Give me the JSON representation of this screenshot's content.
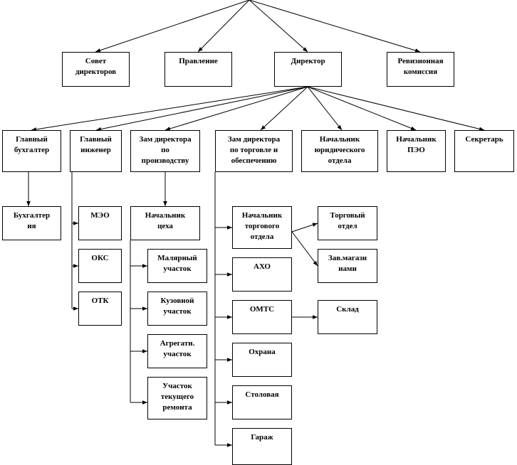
{
  "nodes": {
    "board": "Совет\nдиректоров",
    "management": "Правление",
    "director": "Директор",
    "audit": "Ревизионная\nкомиссия",
    "chief_accountant": "Главный\nбухгалтер",
    "chief_engineer": "Главный\nинженер",
    "deputy_production": "Зам директора\nпо\nпроизводству",
    "deputy_trade": "Зам директора\nпо торговле и\nобеспечению",
    "head_legal": "Начальник\nюридического\nотдела",
    "head_peo": "Начальник\nПЭО",
    "secretary": "Секретарь",
    "accounting": "Бухгалтер\nия",
    "meo": "МЭО",
    "oks": "ОКС",
    "otk": "ОТК",
    "head_shop": "Начальник\nцеха",
    "paint_section": "Малярный\nучасток",
    "body_section": "Кузовной\nучасток",
    "unit_section": "Агрегатн.\nучасток",
    "repair_section": "Участок\nтекущего\nремонта",
    "head_trade_dept": "Начальник\nторгового\nотдела",
    "aho": "АХО",
    "omts": "ОМТС",
    "security": "Охрана",
    "canteen": "Столовая",
    "garage": "Гараж",
    "trade_dept": "Торговый\nотдел",
    "store_heads": "Зав.магази\nнами",
    "warehouse": "Склад"
  }
}
